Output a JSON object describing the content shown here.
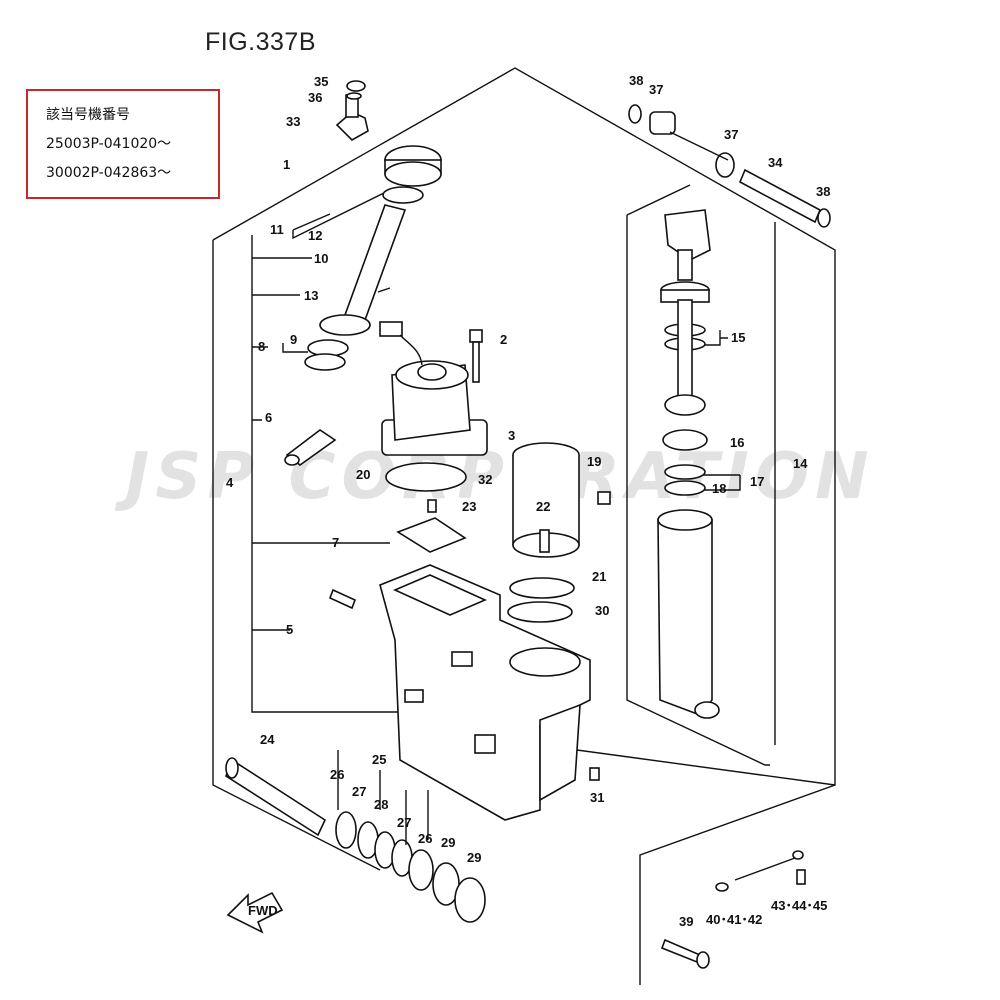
{
  "figure_title": "FIG.337B",
  "serial_box": {
    "heading": "該当号機番号",
    "serials": [
      "25003P-041020～",
      "30002P-042863～"
    ]
  },
  "watermark": "JSP CORPORATION",
  "fwd_arrow": {
    "label": "FWD",
    "icon": "fwd-arrow-icon"
  },
  "colors": {
    "serial_border": "#c8282c",
    "line": "#111111"
  },
  "part_labels": {
    "p1": "1",
    "p2": "2",
    "p3": "3",
    "p4": "4",
    "p5": "5",
    "p6": "6",
    "p7": "7",
    "p8": "8",
    "p9": "9",
    "p10": "10",
    "p11": "11",
    "p12": "12",
    "p13": "13",
    "p14": "14",
    "p15": "15",
    "p16": "16",
    "p17": "17",
    "p18": "18",
    "p19": "19",
    "p20": "20",
    "p21": "21",
    "p22": "22",
    "p23": "23",
    "p24": "24",
    "p25": "25",
    "p26a": "26",
    "p26b": "26",
    "p27a": "27",
    "p27b": "27",
    "p28": "28",
    "p29a": "29",
    "p29b": "29",
    "p30": "30",
    "p31": "31",
    "p32": "32",
    "p33": "33",
    "p34": "34",
    "p35": "35",
    "p36": "36",
    "p37a": "37",
    "p37b": "37",
    "p38a": "38",
    "p38b": "38",
    "p39": "39",
    "p404142": "40･41･42",
    "p434445": "43･44･45"
  }
}
